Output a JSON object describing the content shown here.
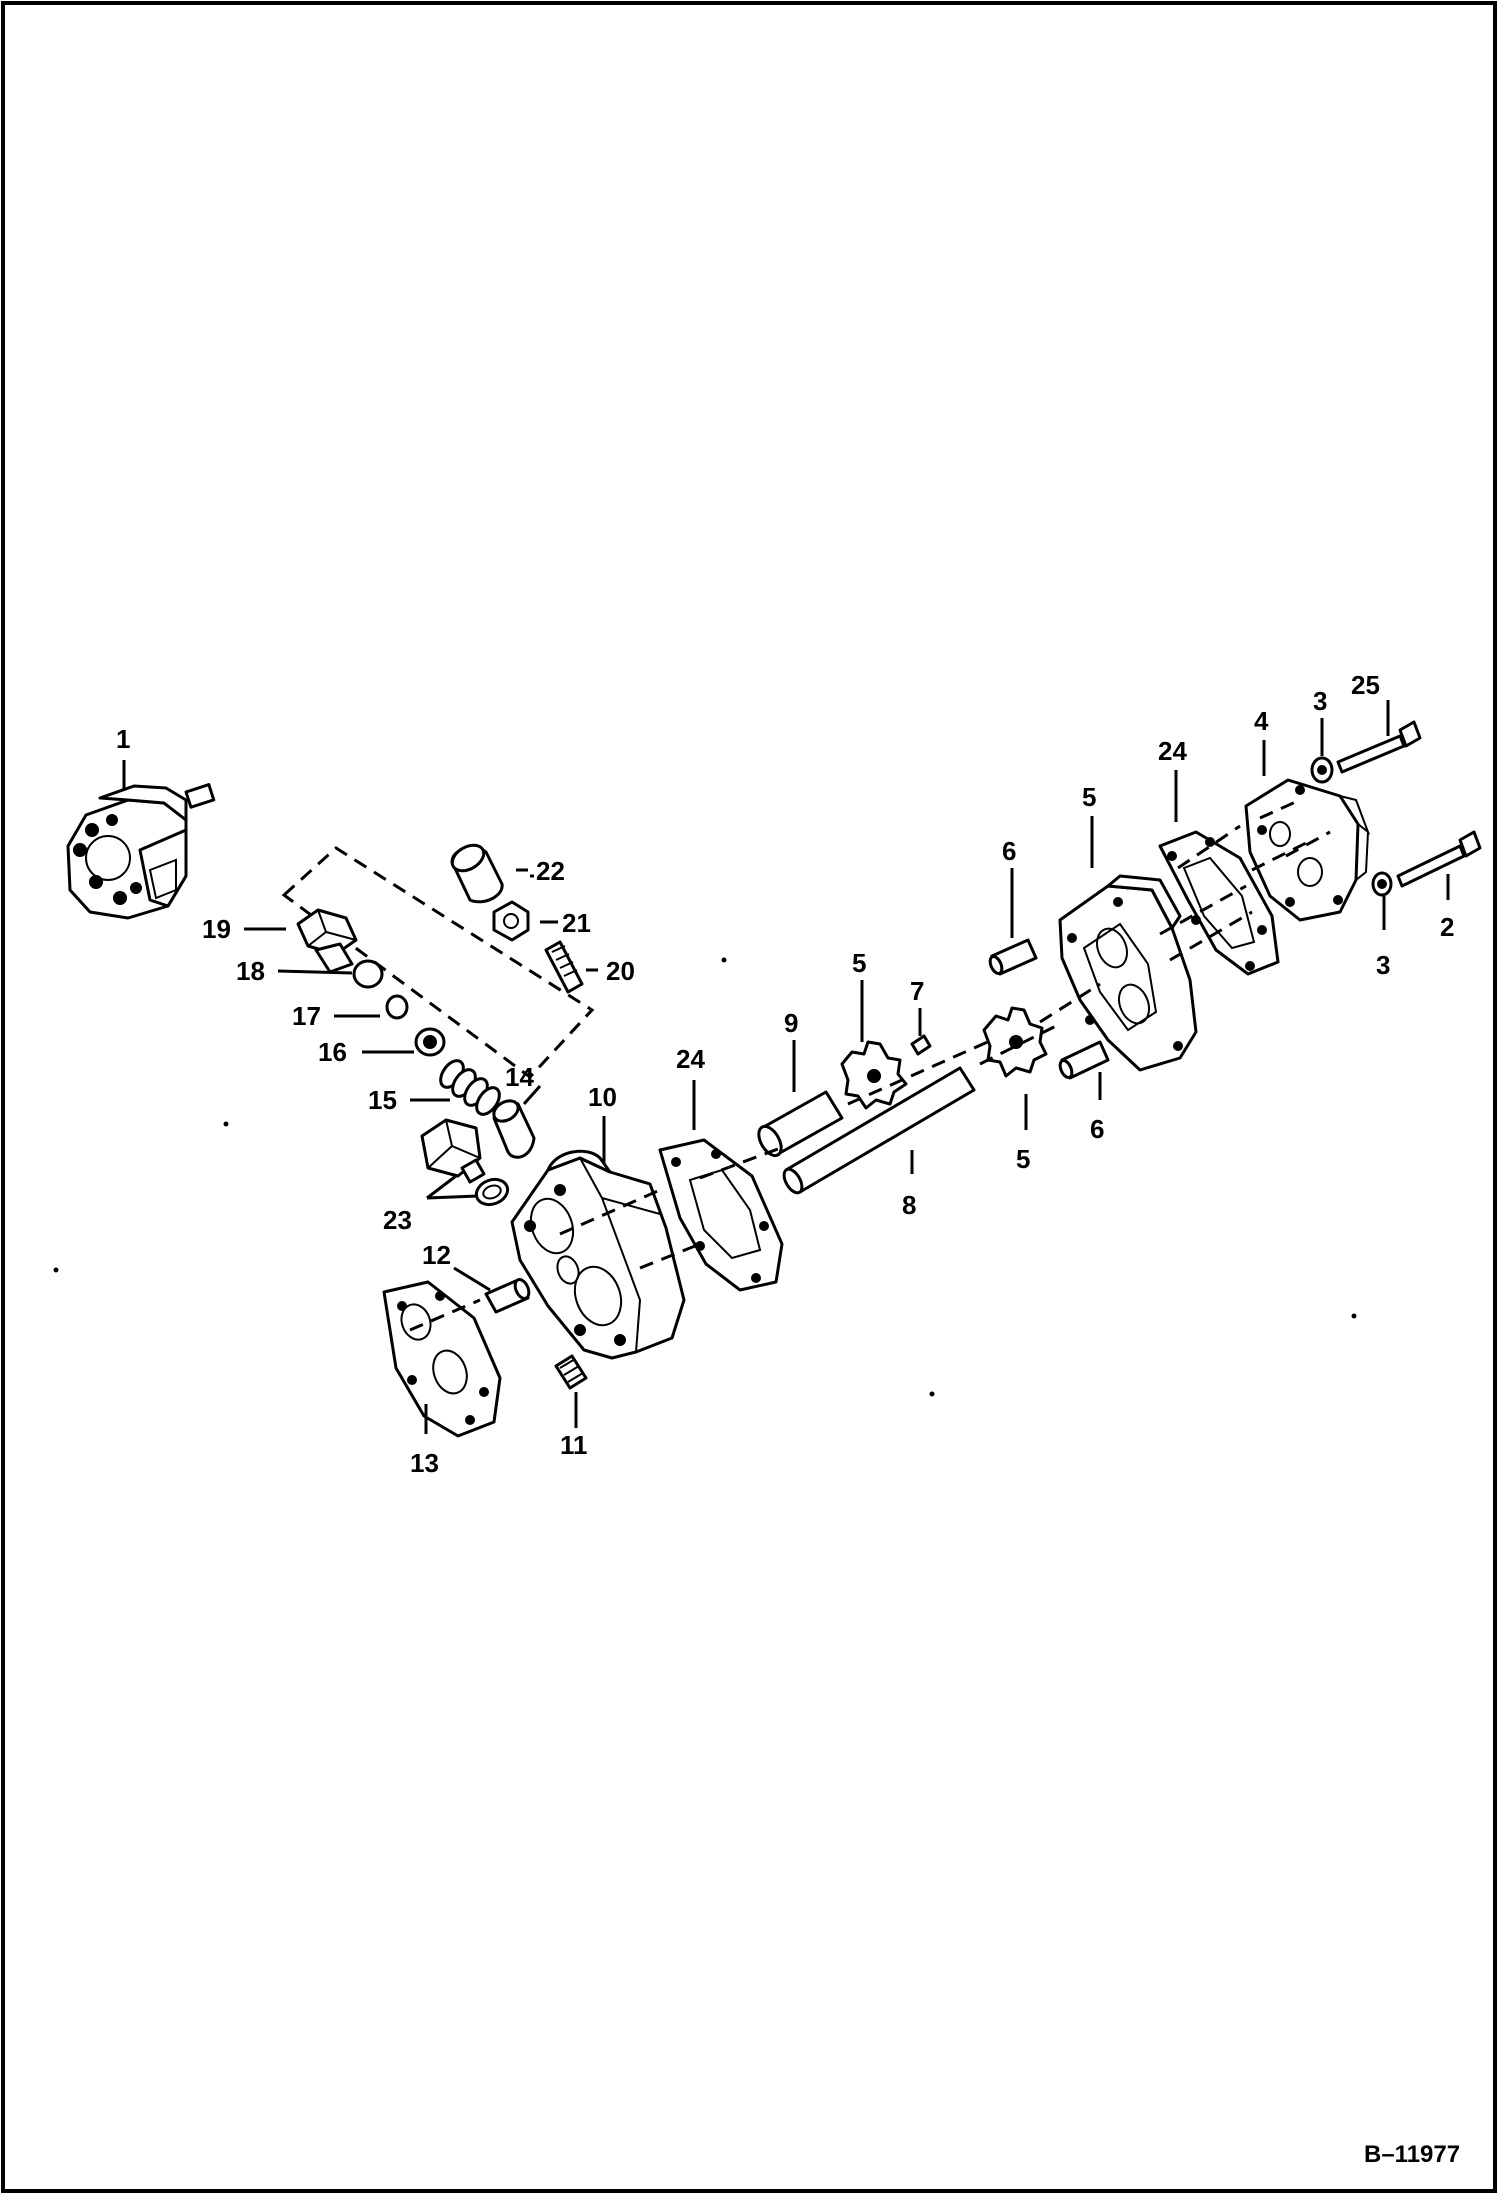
{
  "figure": {
    "reference_code": "B–11977"
  },
  "callouts": {
    "c1": "1",
    "c2": "2",
    "c3a": "3",
    "c3b": "3",
    "c4": "4",
    "c5a": "5",
    "c5b": "5",
    "c5c": "5",
    "c6a": "6",
    "c6b": "6",
    "c7": "7",
    "c8": "8",
    "c9": "9",
    "c10": "10",
    "c11": "11",
    "c12": "12",
    "c13": "13",
    "c14": "14",
    "c15": "15",
    "c16": "16",
    "c17": "17",
    "c18": "18",
    "c19": "19",
    "c20": "20",
    "c21": "21",
    "c22": "22",
    "c23": "23",
    "c24a": "24",
    "c24b": "24",
    "c25": "25"
  }
}
